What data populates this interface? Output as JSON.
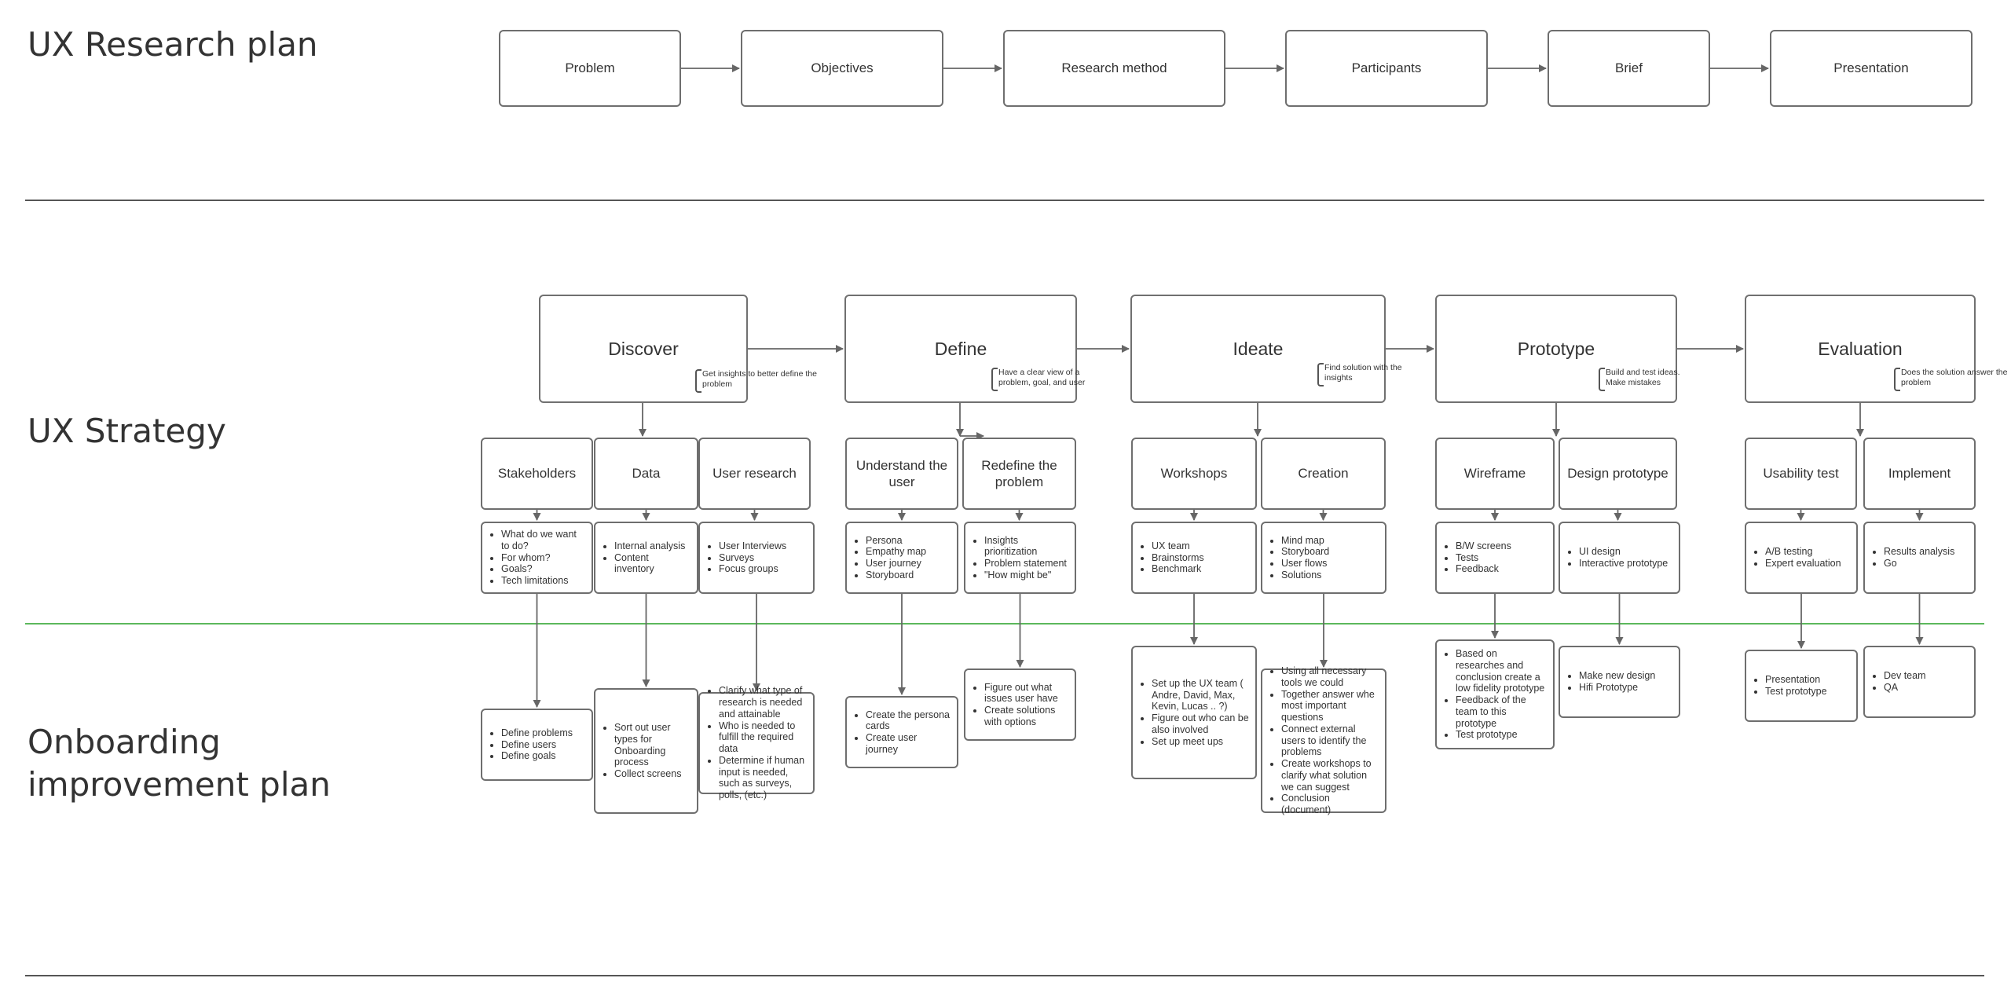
{
  "sections": {
    "research_title": "UX Research plan",
    "strategy_title": "UX Strategy",
    "onboarding_title_line1": "Onboarding",
    "onboarding_title_line2": "improvement plan"
  },
  "colors": {
    "divider": "#555555",
    "green_divider": "#5cb85c",
    "border": "#6e6e6e",
    "arrow": "#666666"
  },
  "research_flow": [
    "Problem",
    "Objectives",
    "Research method",
    "Participants",
    "Brief",
    "Presentation"
  ],
  "phases": [
    {
      "title": "Discover",
      "note": "Get insights to better define the problem",
      "subs": [
        {
          "title": "Stakeholders",
          "items": [
            "What do we want to do?",
            "For whom?",
            "Goals?",
            "Tech limitations"
          ],
          "plan": [
            "Define problems",
            "Define users",
            "Define goals"
          ]
        },
        {
          "title": "Data",
          "items": [
            "Internal analysis",
            "Content inventory"
          ],
          "plan": [
            "Sort out user types for Onboarding process",
            "Collect screens"
          ]
        },
        {
          "title": "User research",
          "items": [
            "User Interviews",
            "Surveys",
            "Focus groups"
          ],
          "plan": [
            "Clarify what type of research is needed and attainable",
            "Who is needed to fulfill the required data",
            "Determine if human input is needed, such as surveys, polls, (etc.)"
          ]
        }
      ]
    },
    {
      "title": "Define",
      "note": "Have a clear view of a problem, goal, and user",
      "subs": [
        {
          "title": "Understand the user",
          "items": [
            "Persona",
            "Empathy map",
            "User journey",
            "Storyboard"
          ],
          "plan": [
            "Create the persona cards",
            "Create user journey"
          ]
        },
        {
          "title": "Redefine the problem",
          "items": [
            "Insights prioritization",
            "Problem statement",
            "\"How might be\""
          ],
          "plan": [
            "Figure out what issues user have",
            "Create solutions with options"
          ]
        }
      ]
    },
    {
      "title": "Ideate",
      "note": "Find solution with the insights",
      "subs": [
        {
          "title": "Workshops",
          "items": [
            "UX team",
            "Brainstorms",
            "Benchmark"
          ],
          "plan": [
            "Set up the UX team ( Andre, David, Max, Kevin, Lucas .. ?)",
            "Figure out who can be also involved",
            "Set up meet ups"
          ]
        },
        {
          "title": "Creation",
          "items": [
            "Mind map",
            "Storyboard",
            "User flows",
            "Solutions"
          ],
          "plan": [
            "Using all necessary tools we could",
            "Together answer whe most important questions",
            "Connect external users to identify the problems",
            "Create workshops to clarify what solution we can suggest",
            "Conclusion (document)"
          ]
        }
      ]
    },
    {
      "title": "Prototype",
      "note": "Build and test ideas. Make mistakes",
      "subs": [
        {
          "title": "Wireframe",
          "items": [
            "B/W screens",
            "Tests",
            "Feedback"
          ],
          "plan": [
            "Based on researches and conclusion create a low fidelity prototype",
            "Feedback of the team to this prototype",
            "Test prototype"
          ]
        },
        {
          "title": "Design prototype",
          "items": [
            "UI design",
            "Interactive prototype"
          ],
          "plan": [
            "Make new design",
            "Hifi Prototype"
          ]
        }
      ]
    },
    {
      "title": "Evaluation",
      "note": "Does the solution answer the problem",
      "subs": [
        {
          "title": "Usability test",
          "items": [
            "A/B testing",
            "Expert evaluation"
          ],
          "plan": [
            "Presentation",
            "Test prototype"
          ]
        },
        {
          "title": "Implement",
          "items": [
            "Results analysis",
            "Go"
          ],
          "plan": [
            "Dev team",
            "QA"
          ]
        }
      ]
    }
  ]
}
